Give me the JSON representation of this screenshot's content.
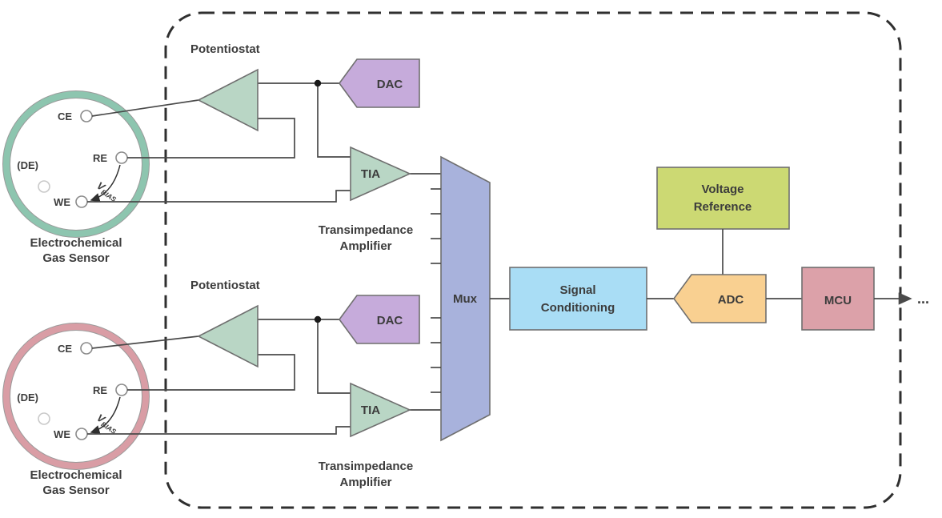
{
  "diagram": {
    "blocks": {
      "potentiostat_label": "Potentiostat",
      "dac": "DAC",
      "tia": "TIA",
      "tia_caption": [
        "Transimpedance",
        "Amplifier"
      ],
      "mux": "Mux",
      "signal_conditioning": [
        "Signal",
        "Conditioning"
      ],
      "voltage_reference": [
        "Voltage",
        "Reference"
      ],
      "adc": "ADC",
      "mcu": "MCU",
      "output_ellipsis": "..."
    },
    "sensor": {
      "electrodes": {
        "ce": "CE",
        "re": "RE",
        "we": "WE",
        "de": "(DE)"
      },
      "vbias": {
        "symbol": "V",
        "subscript": "BIAS"
      },
      "caption": [
        "Electrochemical",
        "Gas Sensor"
      ]
    },
    "colors": {
      "opamp_fill": "#b9d6c5",
      "dac_fill": "#c6abdb",
      "mux_fill": "#a8b2dc",
      "signal_fill": "#a9ddf5",
      "vref_fill": "#ccd973",
      "adc_fill": "#f9d091",
      "mcu_fill": "#dca1a9",
      "sensor_ring_top": "#8dc5af",
      "sensor_ring_bottom": "#d99da5",
      "wire": "#4a4a4a"
    }
  }
}
